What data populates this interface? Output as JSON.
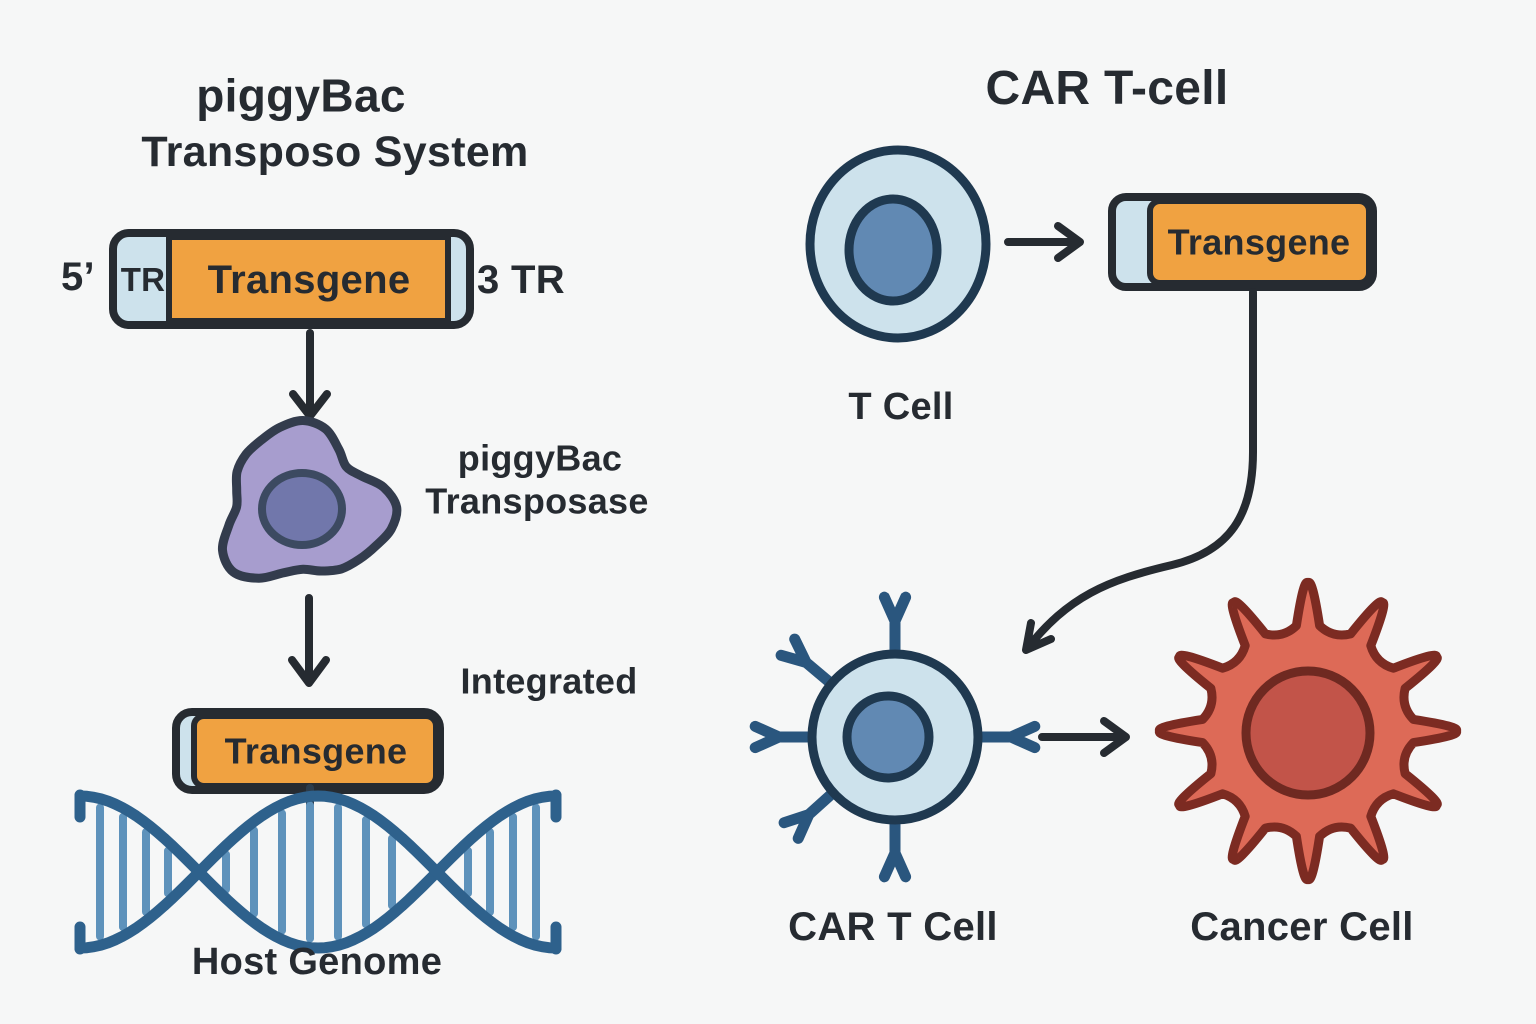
{
  "diagram": {
    "left": {
      "title_bold": "piggyBac",
      "title_rest": "Transposo System",
      "label_5prime": "5’",
      "label_tr": "TR",
      "label_transgene": "Transgene",
      "label_3tr": "3 TR",
      "transposase_line1": "piggyBac",
      "transposase_line2": "Transposase",
      "label_integrated": "Integrated",
      "integrated_transgene": "Transgene",
      "label_host_genome": "Host Genome"
    },
    "right": {
      "title": "CAR T-cell",
      "label_t_cell": "T Cell",
      "label_transgene": "Transgene",
      "label_car_t_cell": "CAR T Cell",
      "label_cancer_cell": "Cancer Cell"
    },
    "colors": {
      "background": "#f6f7f7",
      "ink": "#262b31",
      "orange": "#f0a241",
      "light_blue": "#cde2ec",
      "cell_border": "#1f3950",
      "nucleus_blue": "#6189b3",
      "receptor_blue": "#2a567e",
      "purple_body": "#a79dce",
      "purple_border": "#333c4d",
      "purple_nucleus": "#7177ab",
      "purple_nucleus_ring": "#3c4a61",
      "dna_strand": "#2e618c",
      "dna_rung": "#5e92bb",
      "cancer_body": "#dd6a57",
      "cancer_border": "#7c2b22",
      "cancer_nucleus": "#c25449",
      "cancer_nucleus_ring": "#6f2921"
    }
  }
}
